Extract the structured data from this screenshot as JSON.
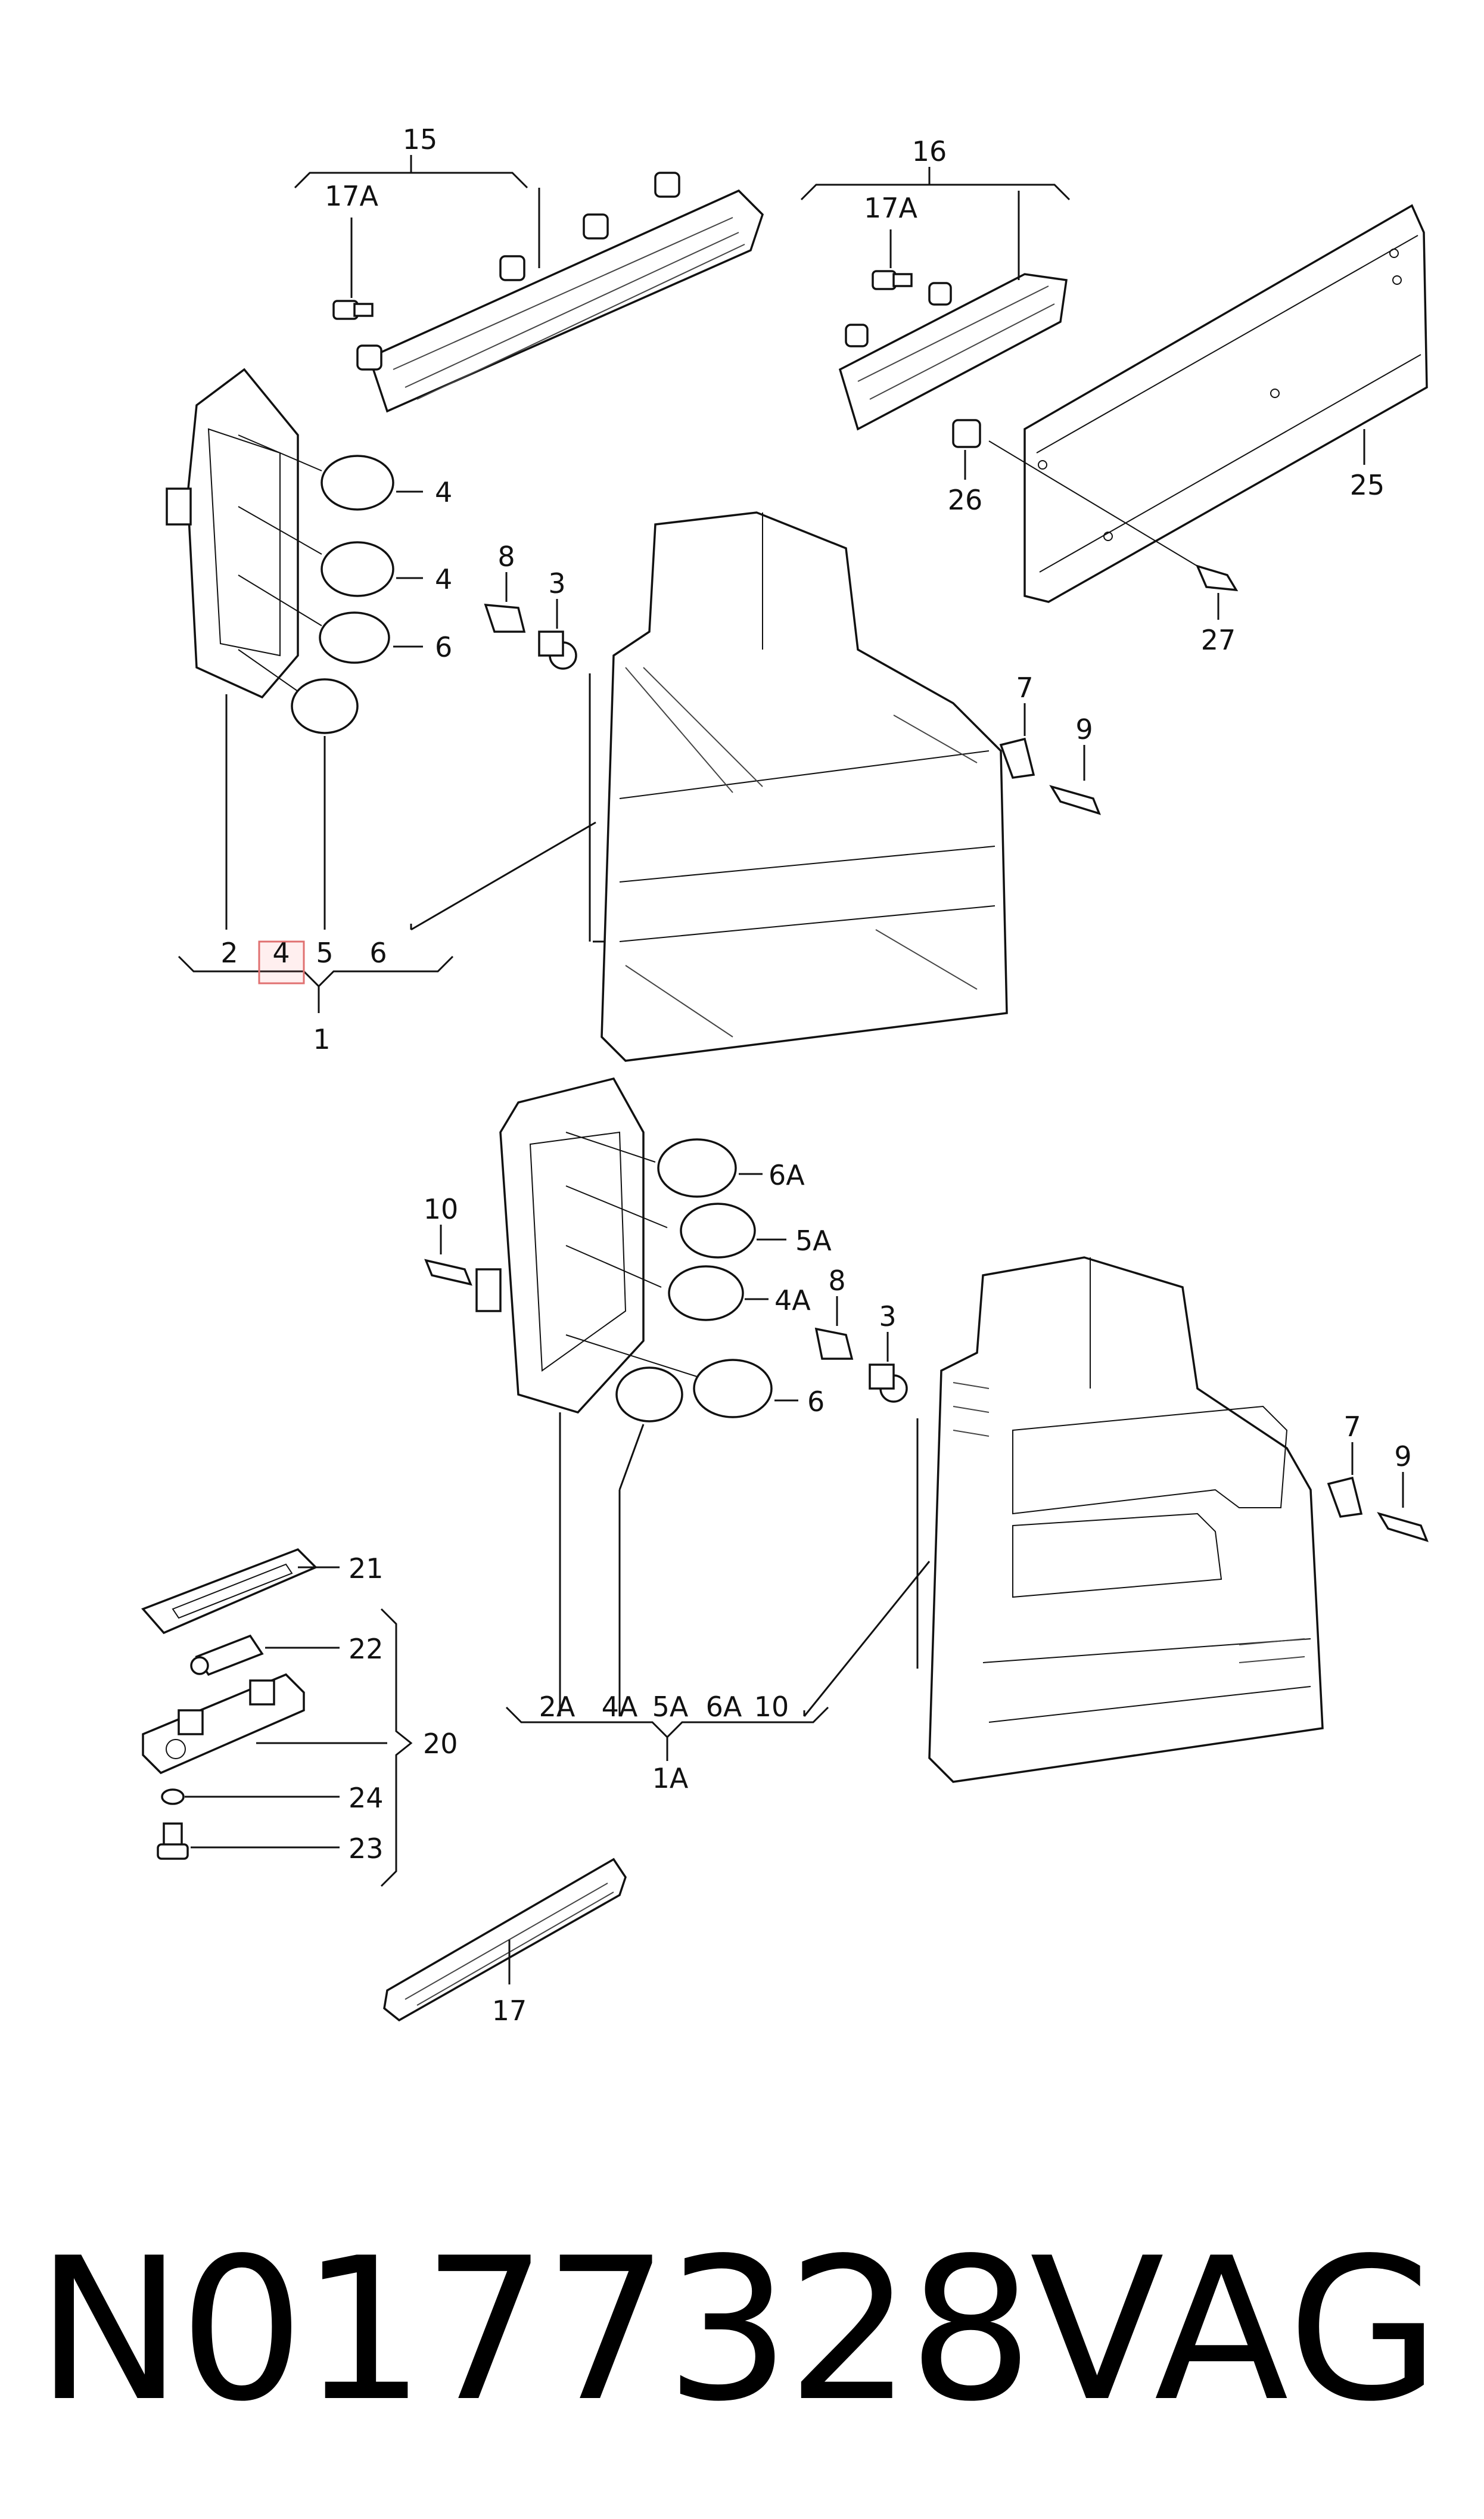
{
  "labels": {
    "l15": "15",
    "l17a_left": "17A",
    "l16": "16",
    "l17a_right": "17A",
    "l25": "25",
    "l26": "26",
    "l27": "27",
    "l4a": "4",
    "l4b": "4",
    "l6": "6",
    "l8": "8",
    "l3": "3",
    "l7": "7",
    "l9": "9",
    "b2": "2",
    "b4": "4",
    "b5": "5",
    "b6": "6",
    "b1": "1",
    "l10": "10",
    "l6a": "6A",
    "l5a": "5A",
    "l4a2": "4A",
    "l6b": "6",
    "l8b": "8",
    "l3b": "3",
    "l7b": "7",
    "l9b": "9",
    "c2a": "2A",
    "c4a": "4A",
    "c5a": "5A",
    "c6a": "6A",
    "c10": "10",
    "c1a": "1A",
    "l21": "21",
    "l22": "22",
    "l20": "20",
    "l24": "24",
    "l23": "23",
    "l17": "17"
  },
  "highlight": {
    "label": "4",
    "color": "#e07070"
  },
  "caption": {
    "part_number": "N0177328",
    "brand": "VAG"
  }
}
